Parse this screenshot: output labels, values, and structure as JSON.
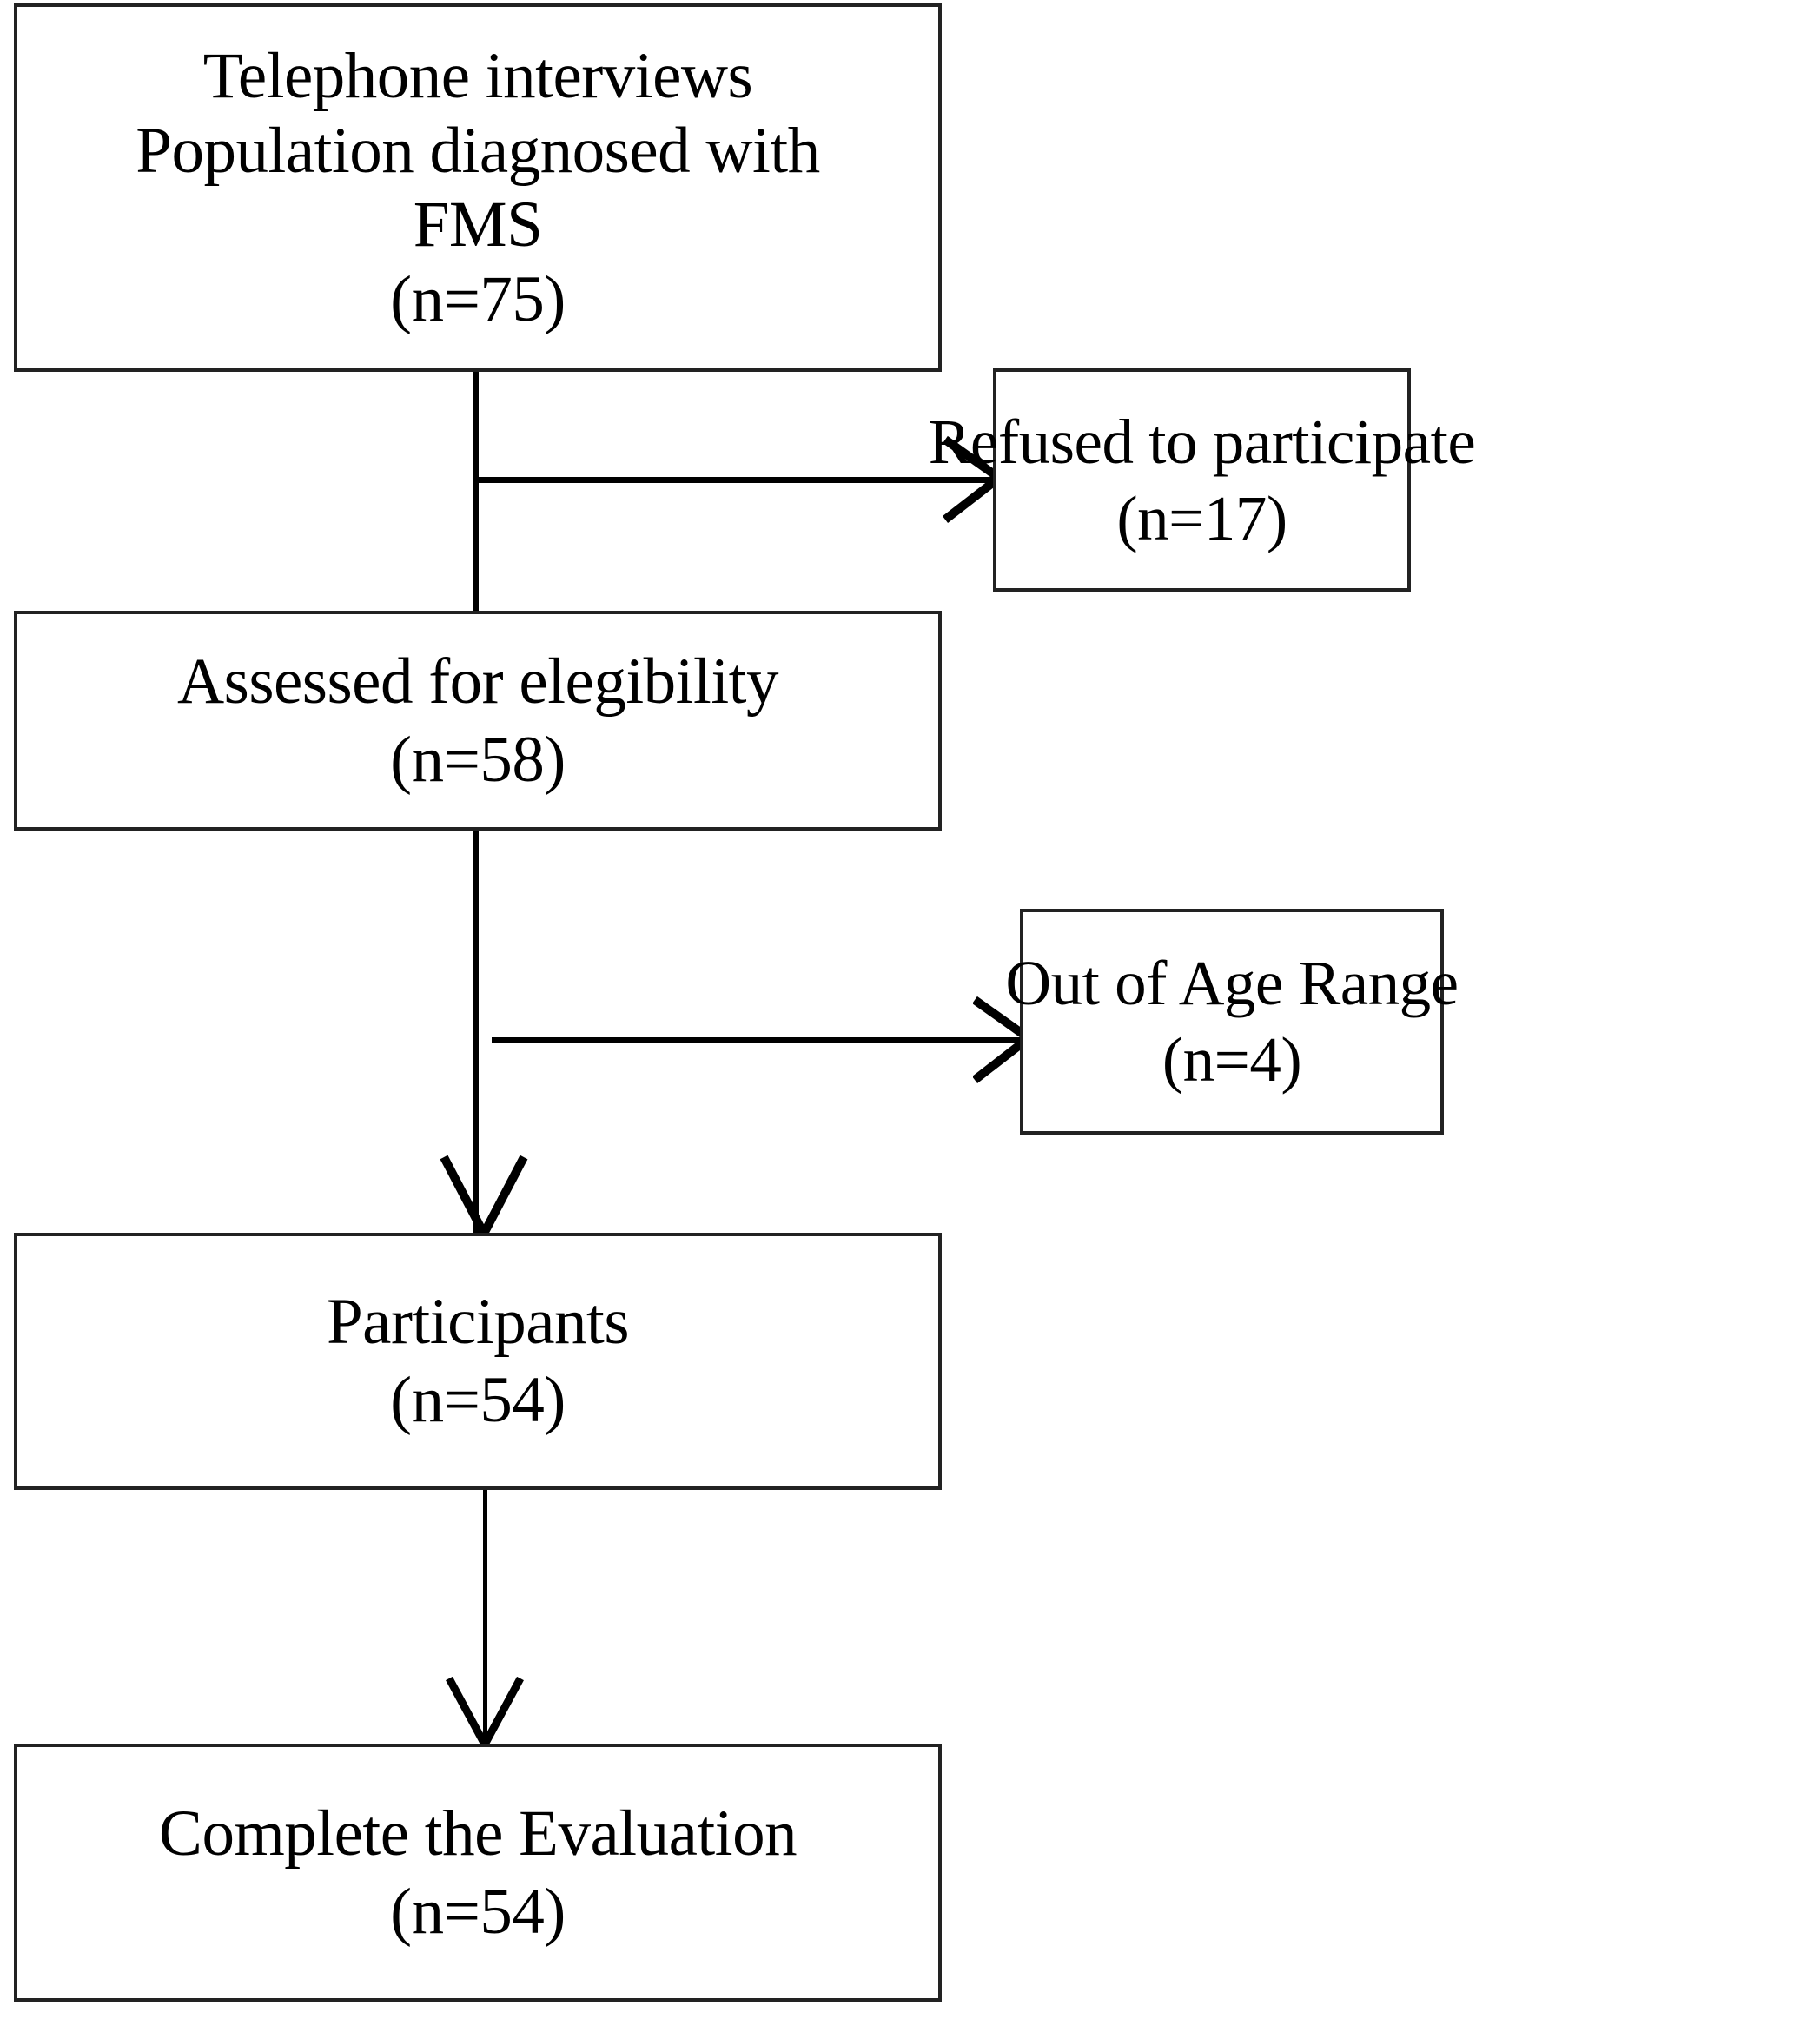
{
  "diagram": {
    "title": "Participant flow diagram",
    "accent_color": "#000000",
    "background_color": "#ffffff",
    "border_color": "#222222"
  },
  "nodes": {
    "telephone": {
      "name": "telephone-interviews",
      "line1": "Telephone interviews",
      "line2": "Population diagnosed with",
      "line3": "FMS",
      "count_label": "(n=75)",
      "n": 75
    },
    "refused": {
      "name": "refused-to-participate",
      "line1": "Refused to participate",
      "count_label": "(n=17)",
      "n": 17
    },
    "assessed": {
      "name": "assessed-for-elegibility",
      "line1": "Assessed for elegibility",
      "count_label": "(n=58)",
      "n": 58
    },
    "agerange": {
      "name": "out-of-age-range",
      "line1": "Out of Age Range",
      "count_label": "(n=4)",
      "n": 4
    },
    "participants": {
      "name": "participants",
      "line1": "Participants",
      "count_label": "(n=54)",
      "n": 54
    },
    "complete": {
      "name": "complete-the-evaluation",
      "line1": "Complete the Evaluation",
      "count_label": "(n=54)",
      "n": 54
    }
  },
  "connectors": [
    {
      "name": "telephone-to-assessed",
      "from": "telephone",
      "to": "assessed",
      "kind": "vertical"
    },
    {
      "name": "telephone-to-refused",
      "from": "telephone",
      "to": "refused",
      "kind": "horizontal-arrow"
    },
    {
      "name": "assessed-to-participants",
      "from": "assessed",
      "to": "participants",
      "kind": "vertical-arrow"
    },
    {
      "name": "assessed-to-agerange",
      "from": "assessed",
      "to": "agerange",
      "kind": "horizontal-arrow"
    },
    {
      "name": "participants-to-complete",
      "from": "participants",
      "to": "complete",
      "kind": "vertical-arrow"
    }
  ]
}
